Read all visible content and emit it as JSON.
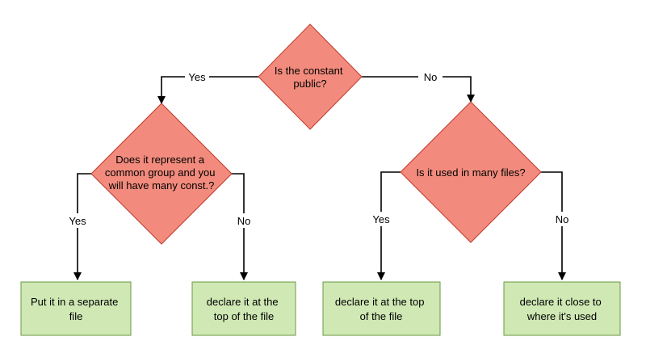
{
  "decisions": {
    "public": {
      "lines": [
        "Is the constant",
        "public?"
      ]
    },
    "group": {
      "lines": [
        "Does it represent a",
        "common group and you",
        "will have many const.?"
      ]
    },
    "many_files": {
      "lines": [
        "Is it used in many files?"
      ]
    }
  },
  "outcomes": {
    "separate_file": {
      "lines": [
        "Put it in a separate",
        "file"
      ]
    },
    "top_of_file_a": {
      "lines": [
        "declare it at the",
        "top of the file"
      ]
    },
    "top_of_file_b": {
      "lines": [
        "declare it at the top",
        "of the file"
      ]
    },
    "close_to_use": {
      "lines": [
        "declare it close to",
        "where it's used"
      ]
    }
  },
  "edge_labels": {
    "public_yes": "Yes",
    "public_no": "No",
    "group_yes": "Yes",
    "group_no": "No",
    "many_yes": "Yes",
    "many_no": "No"
  },
  "colors": {
    "decision_fill": "#f28b7d",
    "outcome_fill": "#cfe8b4"
  }
}
